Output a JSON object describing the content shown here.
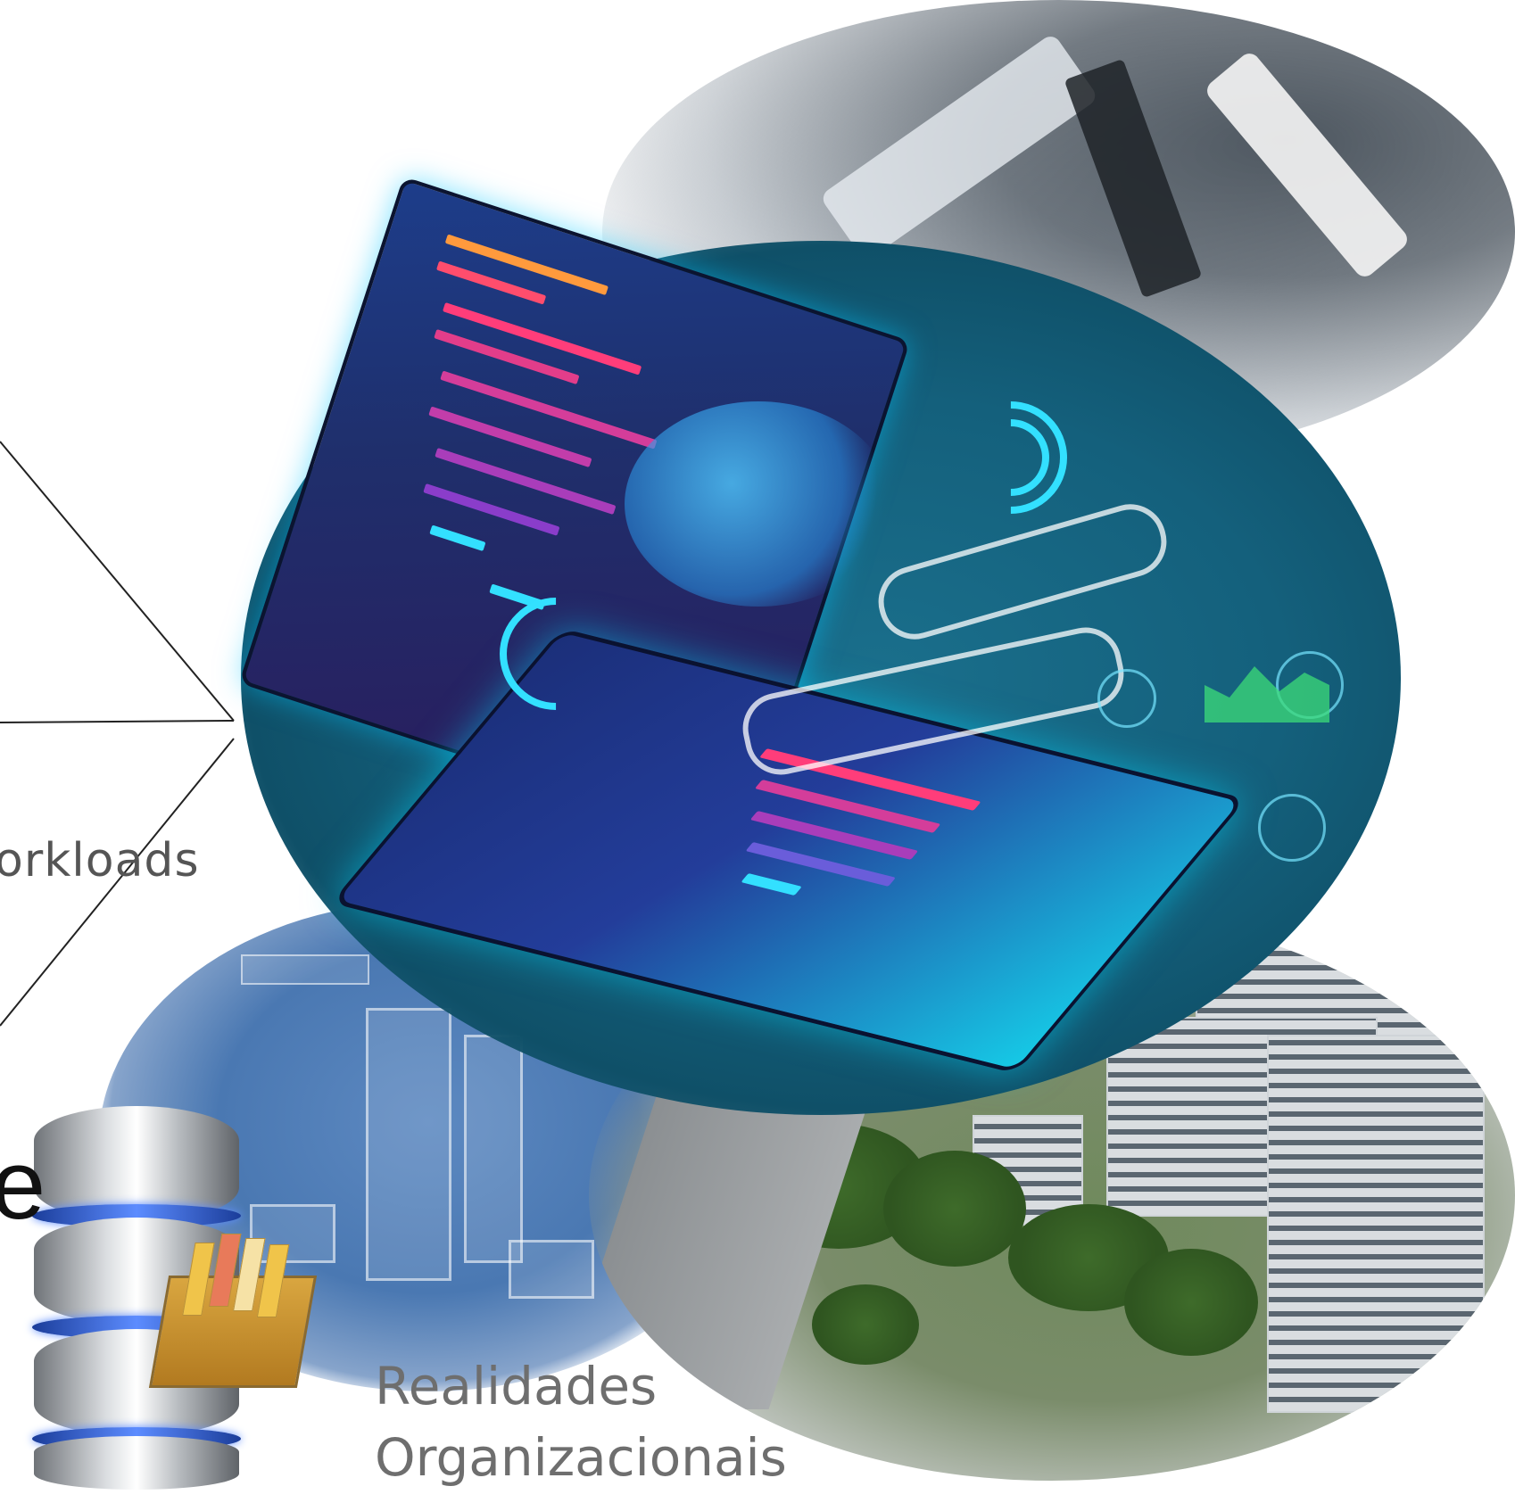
{
  "labels": {
    "workloads": "orkloads",
    "letter_e": "e",
    "realidades": "Realidades",
    "organizacionais": "Organizacionais"
  },
  "icons": {
    "database": "database-icon",
    "laptop": "laptop-cloud-icon"
  },
  "colors": {
    "text_gray": "#6e6e6e",
    "line": "#222222",
    "teal": "#14607c",
    "server_blue": "#4a78b2",
    "neon_cyan": "#33e0ff",
    "neon_pink": "#ff3d7a"
  }
}
